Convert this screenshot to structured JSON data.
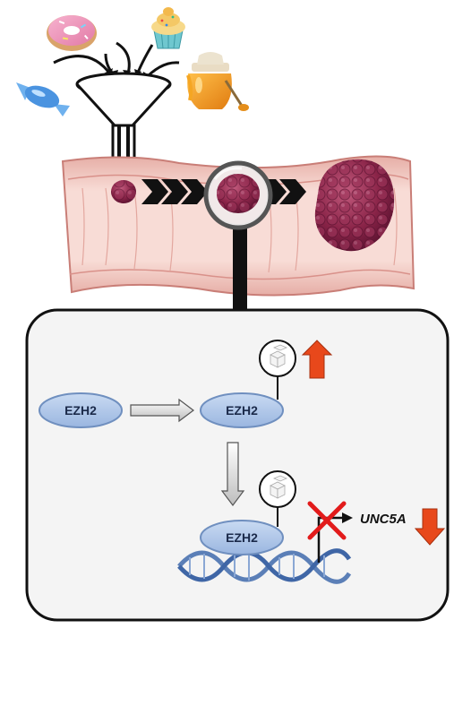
{
  "proteins": {
    "ezh2_free": "EZH2",
    "ezh2_glyco": "EZH2",
    "ezh2_dna": "EZH2"
  },
  "gene": {
    "name": "UNC5A"
  },
  "colors": {
    "ellipse_fill": "#a9c2e6",
    "ellipse_stroke": "#6f8fbf",
    "arrow_up": "#e8481b",
    "arrow_down": "#e8481b",
    "block_x": "#e21b1b",
    "tumor": "#8a2448",
    "colon": "#f2c9c4",
    "dna": "#5b7fb7"
  },
  "icons": [
    "donut-icon",
    "cupcake-icon",
    "candy-icon",
    "honey-jar-icon",
    "funnel-icon",
    "magnifier-icon",
    "sugar-cube-icon"
  ]
}
